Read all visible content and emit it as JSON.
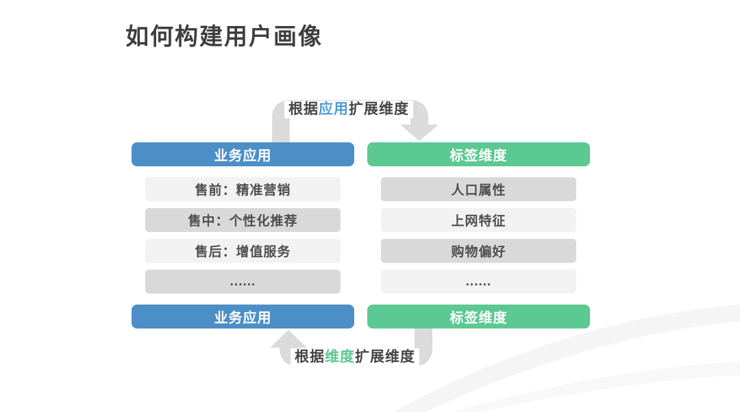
{
  "title": "如何构建用户画像",
  "colors": {
    "header_blue": "#4C8EC6",
    "header_green": "#5CC892",
    "arrow_gray": "#DBDBDB",
    "item_light_bg": "#F2F2F2",
    "item_dark_bg": "#D9D9D9",
    "label_highlight_blue": "#4E9CD4",
    "label_highlight_green": "#5CC892",
    "text_dark": "#4E4E4E",
    "background": "#FFFFFF"
  },
  "top_arrow": {
    "label_prefix": "根据",
    "label_highlight": "应用",
    "label_suffix": "扩展维度"
  },
  "bottom_arrow": {
    "label_prefix": "根据",
    "label_highlight": "维度",
    "label_suffix": "扩展维度"
  },
  "left_column": {
    "header": "业务应用",
    "footer": "业务应用",
    "items": [
      {
        "label": "售前：精准营销",
        "shade": "light"
      },
      {
        "label": "售中：个性化推荐",
        "shade": "dark"
      },
      {
        "label": "售后：增值服务",
        "shade": "light"
      },
      {
        "label": "......",
        "shade": "dark"
      }
    ]
  },
  "right_column": {
    "header": "标签维度",
    "footer": "标签维度",
    "items": [
      {
        "label": "人口属性",
        "shade": "dark"
      },
      {
        "label": "上网特征",
        "shade": "light"
      },
      {
        "label": "购物偏好",
        "shade": "dark"
      },
      {
        "label": "......",
        "shade": "light"
      }
    ]
  }
}
